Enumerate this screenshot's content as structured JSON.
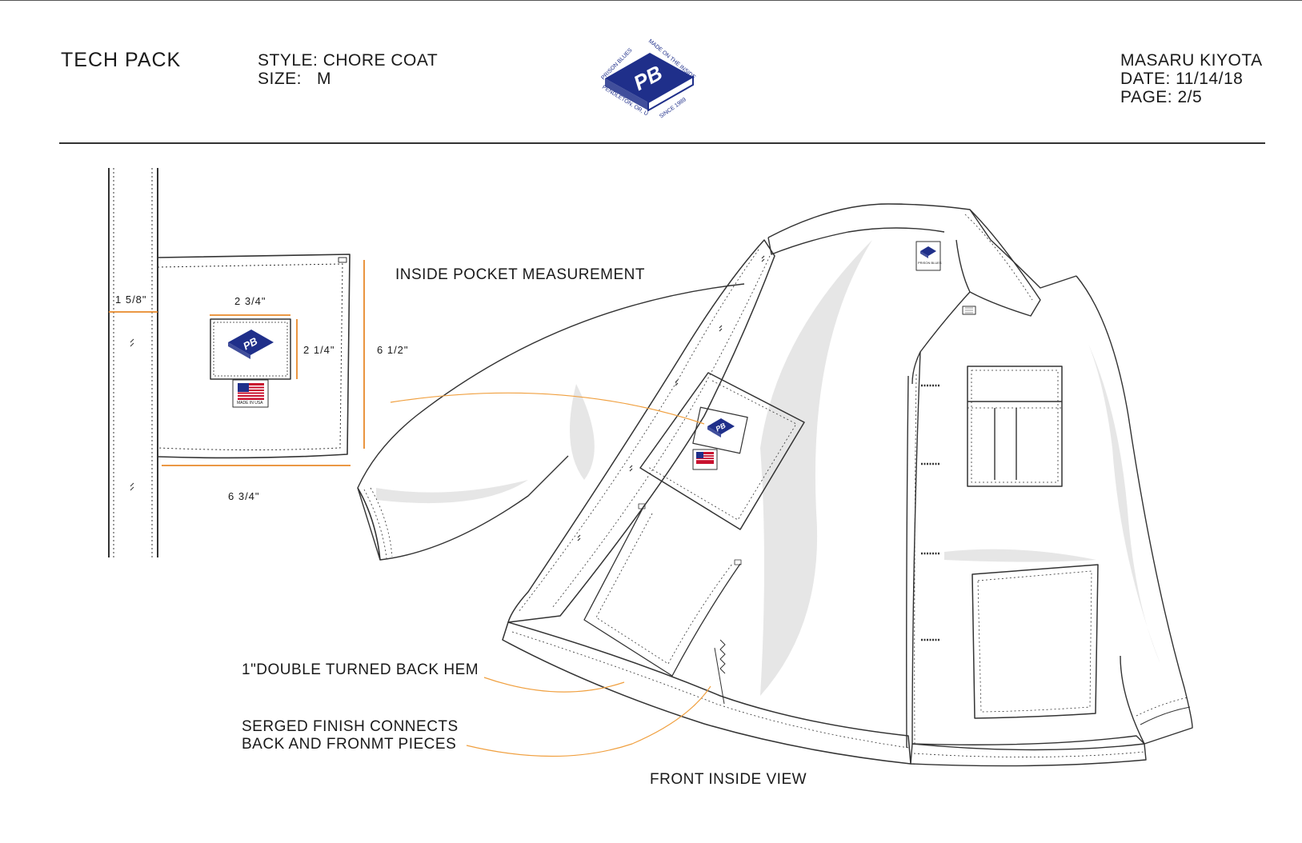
{
  "header": {
    "title": "TECH PACK",
    "style_line": "STYLE: CHORE COAT",
    "size_line": "SIZE:   M",
    "designer": "MASARU KIYOTA",
    "date_line": "DATE: 11/14/18",
    "page_line": "PAGE: 2/5"
  },
  "logo": {
    "monogram": "PB",
    "top_left_arc": "PRISON BLUES",
    "top_right_arc": "MADE ON THE INSIDE",
    "bottom_left_arc": "PENDLETON, OR, USA",
    "bottom_right_arc": "SINCE 1989",
    "color": "#1f2f8a"
  },
  "pocket_detail": {
    "title": "INSIDE POCKET MEASUREMENT",
    "dim_placket": "1 5/8\"",
    "dim_label_width": "2 3/4\"",
    "dim_label_height": "2 1/4\"",
    "dim_pocket_height": "6 1/2\"",
    "dim_pocket_width": "6 3/4\"",
    "flag_caption": "MADE IN USA",
    "neck_label_caption": "PRISON BLUES"
  },
  "callouts": {
    "hem": "1\"DOUBLE TURNED BACK HEM",
    "serge_line1": "SERGED FINISH CONNECTS",
    "serge_line2": "BACK AND FRONMT PIECES",
    "view_title": "FRONT INSIDE VIEW"
  },
  "colors": {
    "callout_line": "#f0a040",
    "dimension_line": "#e8892a",
    "navy": "#1f2f8a",
    "shadow": "#e6e6e6"
  }
}
